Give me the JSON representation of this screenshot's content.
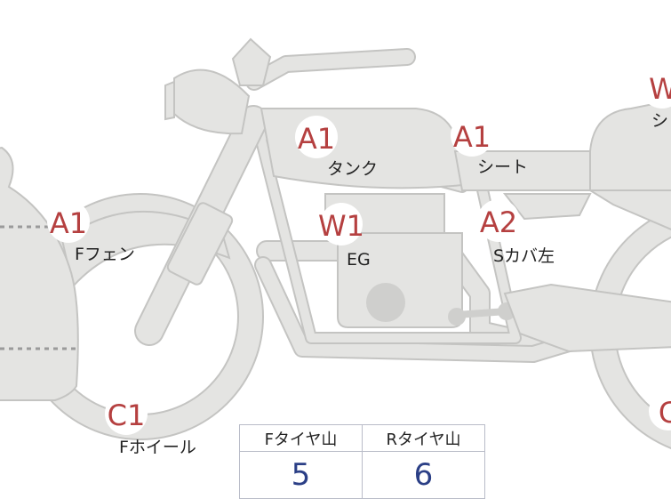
{
  "labels": [
    {
      "id": "fender_front",
      "code": "A1",
      "name": "Fフェン"
    },
    {
      "id": "tank",
      "code": "A1",
      "name": "タンク"
    },
    {
      "id": "seat",
      "code": "A1",
      "name": "シート"
    },
    {
      "id": "engine",
      "code": "W1",
      "name": "EG"
    },
    {
      "id": "side_cover_left",
      "code": "A2",
      "name": "Sカバ左"
    },
    {
      "id": "wheel_front",
      "code": "C1",
      "name": "Fホイール"
    },
    {
      "id": "rear_top_partial",
      "code": "W",
      "name": "シ"
    },
    {
      "id": "rear_wheel_partial",
      "code": "C",
      "name": ""
    }
  ],
  "tire_table": {
    "headers": [
      "Fタイヤ山",
      "Rタイヤ山"
    ],
    "values": [
      "5",
      "6"
    ]
  },
  "colors": {
    "part_fill": "#e4e4e2",
    "part_stroke": "#c4c4c2",
    "code_text": "#b54040",
    "value_text": "#2b3f86",
    "table_border": "#b9bcc8"
  }
}
